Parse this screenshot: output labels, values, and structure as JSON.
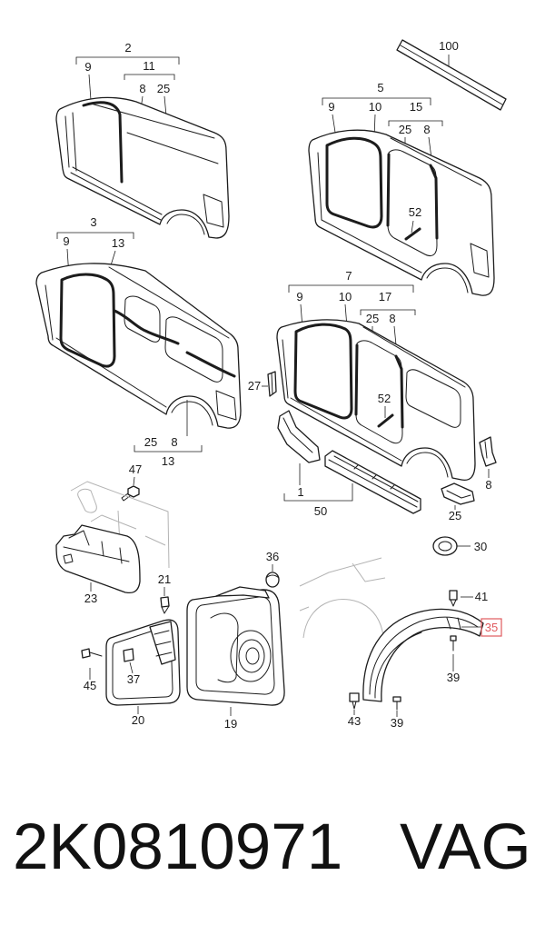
{
  "title_row": {
    "part_number": "2K0810971",
    "brand": "VAG"
  },
  "colors": {
    "line": "#1c1c1c",
    "ghost": "#b3b3b3",
    "highlight": "#e05a5e",
    "background": "#ffffff"
  },
  "trim_strip": {
    "callout": "100"
  },
  "side_panel_2": {
    "callout": "2",
    "subcallouts": [
      "9",
      "11",
      "8",
      "25"
    ]
  },
  "side_panel_5": {
    "callout": "5",
    "subcallouts": [
      "9",
      "10",
      "15",
      "25",
      "8",
      "52"
    ]
  },
  "side_panel_3": {
    "callout": "3",
    "subcallouts": [
      "9",
      "13",
      "25",
      "8",
      "13"
    ]
  },
  "side_panel_7": {
    "callout": "7",
    "subcallouts": [
      "9",
      "10",
      "17",
      "25",
      "8",
      "52"
    ]
  },
  "bracket_27": {
    "callout": "27"
  },
  "lower_parts": {
    "callouts": [
      "8",
      "1",
      "50",
      "25",
      "30"
    ]
  },
  "fuel_filler": {
    "callouts": [
      "47",
      "23",
      "36",
      "21",
      "45",
      "37",
      "20",
      "19"
    ]
  },
  "wheel_housing_liner": {
    "callouts": [
      "41",
      "39",
      "43",
      "39"
    ],
    "highlighted_callout": "35"
  }
}
